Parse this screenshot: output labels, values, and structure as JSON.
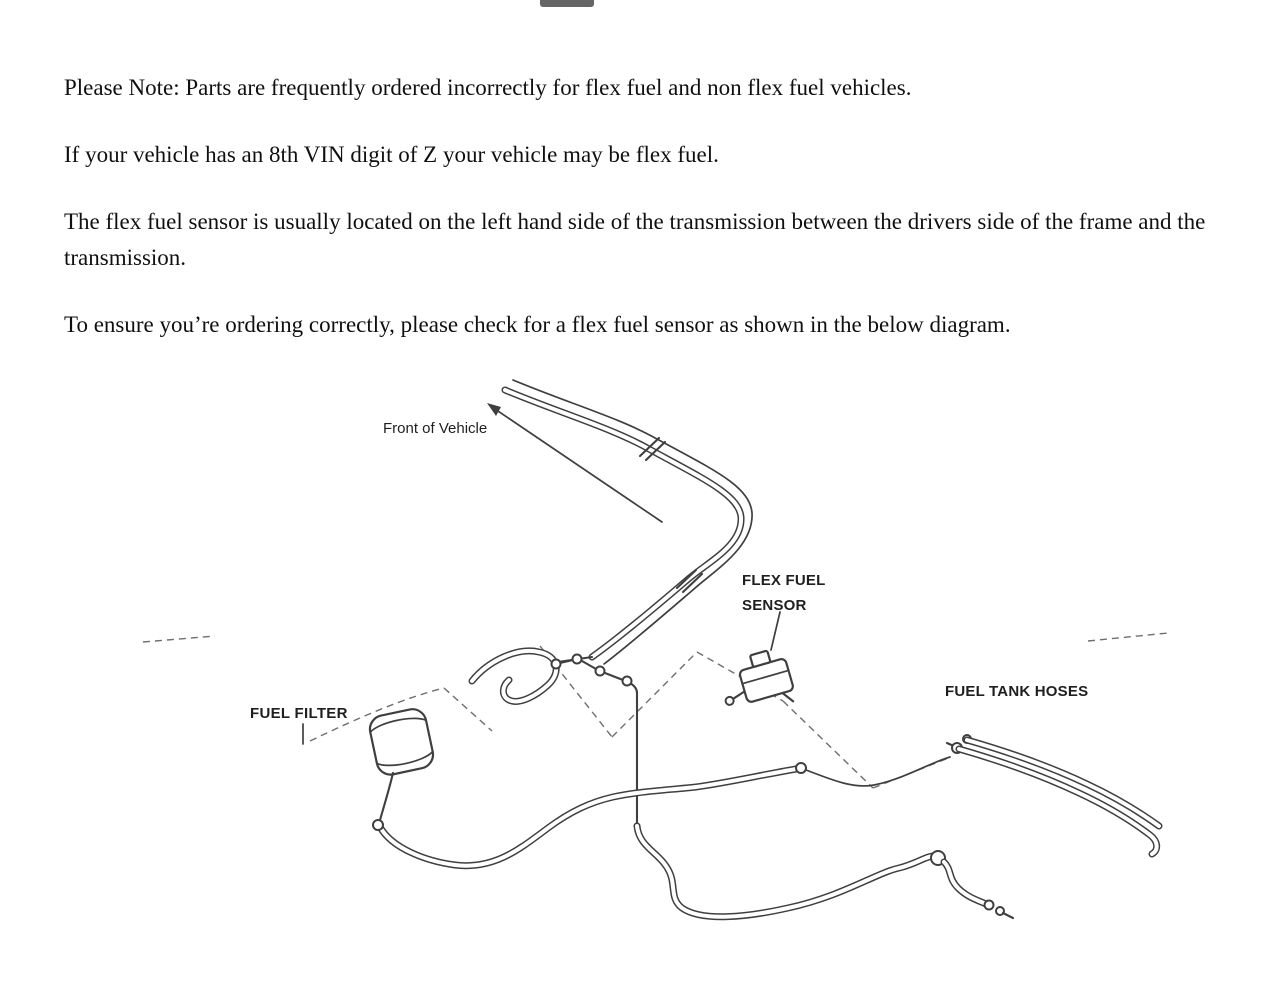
{
  "document": {
    "paragraphs": [
      "Please Note: Parts are frequently ordered incorrectly for flex fuel and non flex fuel vehicles.",
      "If your vehicle has an 8th VIN digit of Z your vehicle may be flex fuel.",
      "The flex fuel sensor is usually located on the left hand side of the transmission between the drivers side of the frame and the transmission.",
      "To ensure you’re ordering correctly, please check for a flex fuel sensor as shown in the below diagram."
    ]
  },
  "diagram": {
    "labels": {
      "front_of_vehicle": "Front of Vehicle",
      "flex_fuel": "FLEX FUEL",
      "sensor": "SENSOR",
      "fuel_filter": "FUEL FILTER",
      "fuel_tank_hoses": "FUEL TANK HOSES"
    },
    "colors": {
      "line": "#3f3f3f",
      "dashed_line": "#6e6e6e",
      "label_text": "#1f1f1f",
      "background": "#ffffff"
    }
  }
}
